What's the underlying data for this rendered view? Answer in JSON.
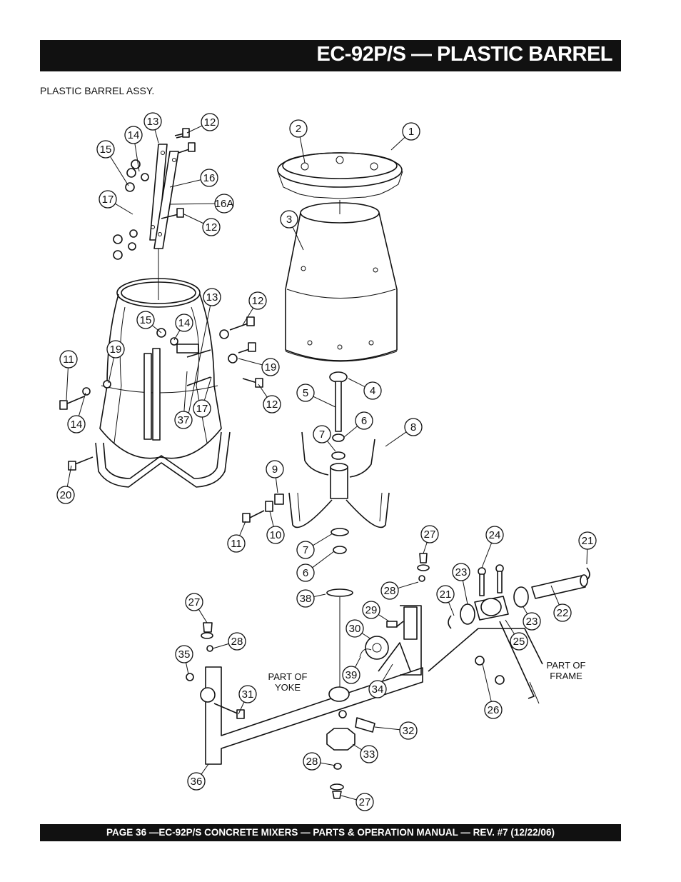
{
  "header": {
    "title": "EC-92P/S   — PLASTIC BARREL"
  },
  "section": {
    "label": "PLASTIC BARREL ASSY."
  },
  "footer": {
    "text": "PAGE 36 —EC-92P/S CONCRETE MIXERS — PARTS & OPERATION MANUAL — REV. #7 (12/22/06)"
  },
  "notes": {
    "yoke_line1": "PART OF",
    "yoke_line2": "YOKE",
    "frame_line1": "PART OF",
    "frame_line2": "FRAME"
  },
  "callouts": [
    {
      "label": "13"
    },
    {
      "label": "12"
    },
    {
      "label": "14"
    },
    {
      "label": "15"
    },
    {
      "label": "16"
    },
    {
      "label": "17"
    },
    {
      "label": "16A"
    },
    {
      "label": "12"
    },
    {
      "label": "2"
    },
    {
      "label": "1"
    },
    {
      "label": "3"
    },
    {
      "label": "13"
    },
    {
      "label": "12"
    },
    {
      "label": "15"
    },
    {
      "label": "14"
    },
    {
      "label": "11"
    },
    {
      "label": "19"
    },
    {
      "label": "19"
    },
    {
      "label": "14"
    },
    {
      "label": "37"
    },
    {
      "label": "17"
    },
    {
      "label": "12"
    },
    {
      "label": "20"
    },
    {
      "label": "5"
    },
    {
      "label": "4"
    },
    {
      "label": "7"
    },
    {
      "label": "6"
    },
    {
      "label": "8"
    },
    {
      "label": "9"
    },
    {
      "label": "10"
    },
    {
      "label": "11"
    },
    {
      "label": "7"
    },
    {
      "label": "6"
    },
    {
      "label": "38"
    },
    {
      "label": "27"
    },
    {
      "label": "24"
    },
    {
      "label": "21"
    },
    {
      "label": "23"
    },
    {
      "label": "28"
    },
    {
      "label": "21"
    },
    {
      "label": "22"
    },
    {
      "label": "23"
    },
    {
      "label": "29"
    },
    {
      "label": "25"
    },
    {
      "label": "27"
    },
    {
      "label": "30"
    },
    {
      "label": "28"
    },
    {
      "label": "35"
    },
    {
      "label": "39"
    },
    {
      "label": "34"
    },
    {
      "label": "31"
    },
    {
      "label": "26"
    },
    {
      "label": "32"
    },
    {
      "label": "33"
    },
    {
      "label": "28"
    },
    {
      "label": "36"
    },
    {
      "label": "27"
    }
  ]
}
